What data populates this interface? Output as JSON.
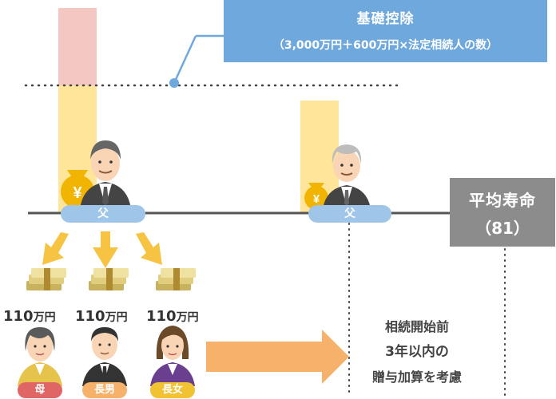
{
  "basic_deduction": {
    "title": "基礎控除",
    "formula": "（3,000万円＋600万円×法定相続人の数）"
  },
  "life_expectancy": {
    "line1": "平均寿命",
    "line2": "（81）"
  },
  "father_labels": {
    "left": "父",
    "right": "父"
  },
  "gifts": [
    {
      "amount": "110",
      "unit": "万円"
    },
    {
      "amount": "110",
      "unit": "万円"
    },
    {
      "amount": "110",
      "unit": "万円"
    }
  ],
  "recipients": {
    "mother": "母",
    "eldest_son": "長男",
    "eldest_daughter": "長女"
  },
  "note": {
    "line1": "相続開始前",
    "line2": "3年以内の",
    "line3": "贈与加算を考慮"
  },
  "colors": {
    "blue_box": "#6fa8dc",
    "pill_blue": "#9fc5e8",
    "yellow_bar": "#ffe599",
    "pink_bar": "#f4c7c3",
    "arrow_yellow": "#f6c343",
    "arrow_orange": "#f6b26b",
    "gray_box": "#8c8c8c",
    "tag_mother": "#e06666",
    "tag_son": "#f6b26b",
    "tag_daughter": "#f1c232"
  }
}
